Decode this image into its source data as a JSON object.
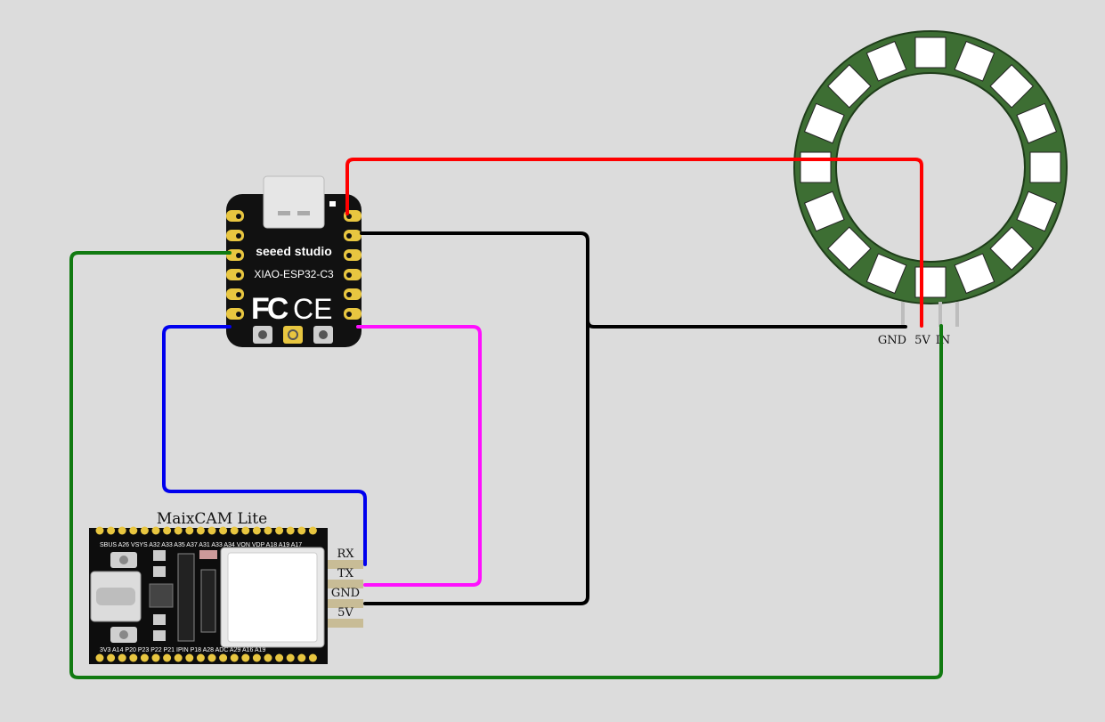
{
  "colors": {
    "background": "#dcdcdc",
    "wire_power": "#ff0000",
    "wire_ground": "#000000",
    "wire_data": "#117a11",
    "wire_rx": "#0000ee",
    "wire_tx": "#ff10ff",
    "ring_pcb": "#3d6e33",
    "led": "#ffffff",
    "header_pin": "#c8bc96"
  },
  "xiao": {
    "brand": "seeed studio",
    "model": "XIAO-ESP32-C3",
    "fcc_mark": "FC",
    "ce_mark": "CE"
  },
  "ring": {
    "led_count": 16,
    "pins": [
      "GND",
      "5V",
      "IN"
    ]
  },
  "maixcam": {
    "title": "MaixCAM  Lite",
    "pins": [
      "RX",
      "TX",
      "GND",
      "5V"
    ],
    "silk_top": "SBUS A26 VSYS A32 A33 A35 A37 A31 A33 A34 VON VDP A18 A19 A17",
    "silk_bottom": "3V3 A14 P20 P23 P22 P21 IPIN P18 A28 ADC A29 A16 A19"
  },
  "wires": [
    {
      "name": "power-wire",
      "from": "XIAO 5V",
      "to": "Ring 5V",
      "color": "#ff0000"
    },
    {
      "name": "ground-wire",
      "from": "XIAO GND",
      "to": "Ring GND / MaixCAM GND",
      "color": "#000000"
    },
    {
      "name": "data-wire",
      "from": "XIAO GPIO",
      "to": "Ring IN",
      "color": "#117a11"
    },
    {
      "name": "rx-wire",
      "from": "XIAO TX",
      "to": "MaixCAM RX",
      "color": "#0000ee"
    },
    {
      "name": "tx-wire",
      "from": "XIAO RX",
      "to": "MaixCAM TX",
      "color": "#ff10ff"
    }
  ]
}
